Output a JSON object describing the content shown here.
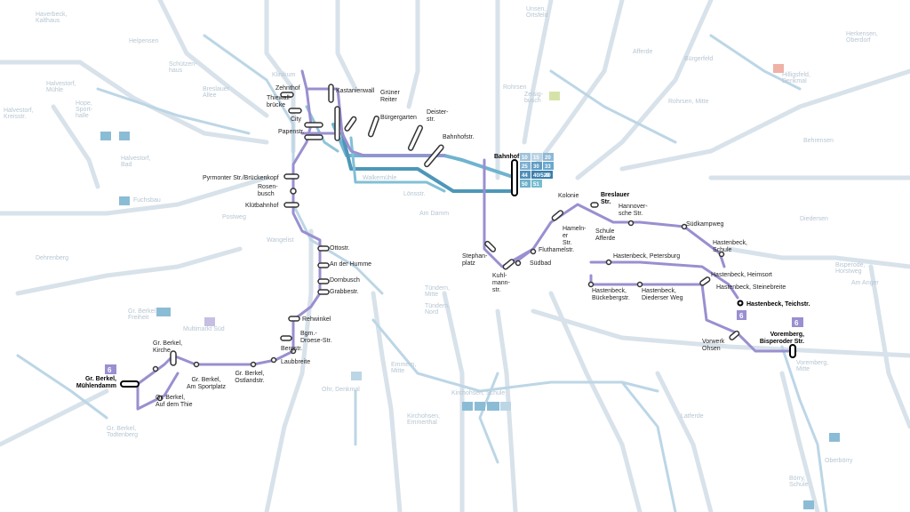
{
  "route": {
    "number": "6",
    "color": "#9a8fd0",
    "dark": "#7b6fc0"
  },
  "terminals": {
    "west": "Gr. Berkel, Mühlendamm",
    "east1": "Hastenbeck, Teichstr.",
    "east2": "Voremberg, Bisperoder Str."
  },
  "stations": [
    "Zehnthof",
    "Thiewall-brücke",
    "City",
    "Papenstr.",
    "Kastanienwall",
    "Grüner Reiter",
    "Bürgergarten",
    "Deister-str.",
    "Bahnhofstr.",
    "Bahnhof",
    "Pyrmonter Str./Brückenkopf",
    "Rosen-busch",
    "Klütbahnhof",
    "Ottostr.",
    "An der Humme",
    "Dornbusch",
    "Grabbestr.",
    "Rehwinkel",
    "Bgm.-Droese-Str.",
    "Bergstr.",
    "Laubbreite",
    "Gr. Berkel, Ostlandstr.",
    "Gr. Berkel, Am Sportplatz",
    "Gr. Berkel, Auf dem Thie",
    "Gr. Berkel, Kirche",
    "Stephan-platz",
    "Kuhl-mann-str.",
    "Südbad",
    "Fluthamelstr.",
    "Hameln-er Str.",
    "Kolonie",
    "Breslauer Str.",
    "Schule Afferde",
    "Hannover-sche Str.",
    "Südkampweg",
    "Hastenbeck, Schule",
    "Hastenbeck, Petersburg",
    "Hastenbeck, Bückebergstr.",
    "Hastenbeck, Diederser Weg",
    "Hastenbeck, Heimsort",
    "Hastenbeck, Steinebreite",
    "Vorwerk Ohsen"
  ],
  "bahnhof_lines": [
    "10",
    "15",
    "20",
    "21",
    "25",
    "30",
    "33",
    "40",
    "44",
    "40/520",
    "50",
    "51"
  ],
  "background_labels": [
    "Haverbeck, Kalthaus",
    "Helpensen",
    "Schützen-haus",
    "Breslauer Allee",
    "Hope, Sport-halle",
    "Halvestorf, Mühle",
    "Halvestorf, Kreisstr.",
    "Halvestorf, Bad",
    "Fuchsbau",
    "Rohrsen",
    "Zeisig-busch",
    "Bürgerfeld",
    "Afferde",
    "Hilligsfeld, Denkmal",
    "Herkensen, Oberdorf",
    "Unsen, Ortsfeld",
    "Diedersen",
    "Behrensen",
    "Bisperode, Horstweg",
    "Am Anger",
    "Rohrsen, Mitte",
    "Tündern, Mitte",
    "Tündern, Nord",
    "Kirchohsen, Schule",
    "Ohr, Denkmal",
    "Emmern, Mitte",
    "Oberbörry",
    "Börry, Schule",
    "Latferde",
    "Voremberg, Mitte",
    "Gr. Berkel, Freiheit",
    "Gr. Berkel, Todtenberg",
    "Dehrenberg",
    "Multimarkt Süd",
    "Wangelist",
    "Klinikum",
    "Lönsstr.",
    "Walkemühle",
    "Am Damm",
    "Postweg",
    "Kirchohsen, Emmerthal"
  ]
}
